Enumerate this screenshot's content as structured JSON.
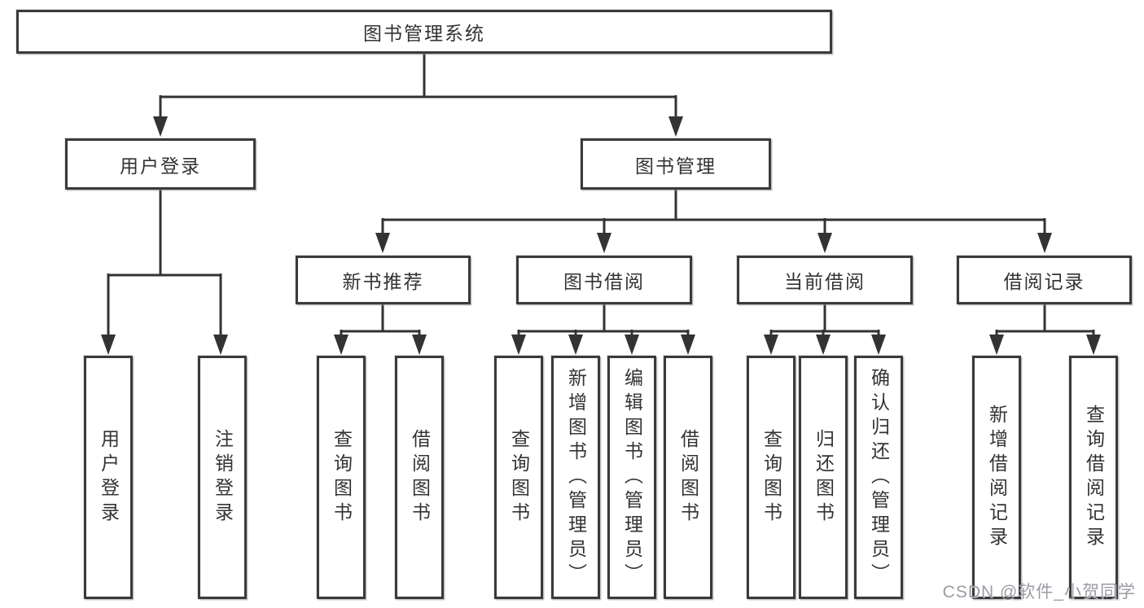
{
  "diagram": {
    "root": {
      "label": "图书管理系统"
    },
    "level2": [
      {
        "label": "用户登录"
      },
      {
        "label": "图书管理"
      }
    ],
    "level3": [
      {
        "label": "新书推荐"
      },
      {
        "label": "图书借阅"
      },
      {
        "label": "当前借阅"
      },
      {
        "label": "借阅记录"
      }
    ],
    "leaves": [
      {
        "label": "用户登录"
      },
      {
        "label": "注销登录"
      },
      {
        "label": "查询图书"
      },
      {
        "label": "借阅图书"
      },
      {
        "label": "查询图书"
      },
      {
        "label": "新增图书（管理员）"
      },
      {
        "label": "编辑图书（管理员）"
      },
      {
        "label": "借阅图书"
      },
      {
        "label": "查询图书"
      },
      {
        "label": "归还图书"
      },
      {
        "label": "确认归还（管理员）"
      },
      {
        "label": "新增借阅记录"
      },
      {
        "label": "查询借阅记录"
      }
    ],
    "watermark": "CSDN @软件_小贺同学",
    "colors": {
      "line": "#333333",
      "text": "#333333",
      "box_background": "#ffffff",
      "watermark": "#9696a0"
    }
  }
}
